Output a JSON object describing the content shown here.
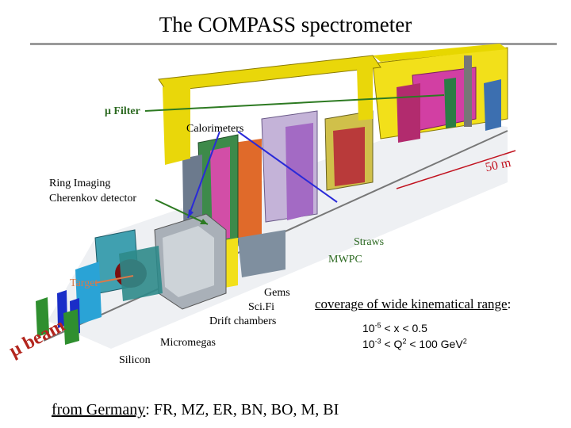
{
  "title": "The COMPASS spectrometer",
  "labels": {
    "mu_filter": "μ Filter",
    "calorimeters": "Calorimeters",
    "fifty_m": "50 m",
    "ring_imaging": "Ring Imaging",
    "cherenkov": "Cherenkov detector",
    "straws": "Straws",
    "mwpc": "MWPC",
    "target": "Target",
    "gems": "Gems",
    "scifi": "Sci.Fi",
    "drift_chambers": "Drift chambers",
    "micromegas": "Micromegas",
    "silicon": "Silicon",
    "mu_beam": "μ beam"
  },
  "coverage": {
    "heading": "coverage of wide kinematical range",
    "colon": ":",
    "x_range_pre": "10",
    "x_range_exp": "-5",
    "x_range_post": " < x < 0.5",
    "q2_range_pre": "10",
    "q2_range_exp": "-3",
    "q2_range_mid": " < Q",
    "q2_range_exp2": "2",
    "q2_range_post": " < 100 GeV",
    "q2_range_exp3": "2"
  },
  "footer": {
    "underlined": "from Germany",
    "rest": ": FR, MZ, ER, BN, BO, M, BI"
  },
  "colors": {
    "label_green": "#2d6a22",
    "pointer_blue": "#2a2ad8",
    "beam_red": "#b3261e",
    "target_orange": "#d87a4a"
  }
}
